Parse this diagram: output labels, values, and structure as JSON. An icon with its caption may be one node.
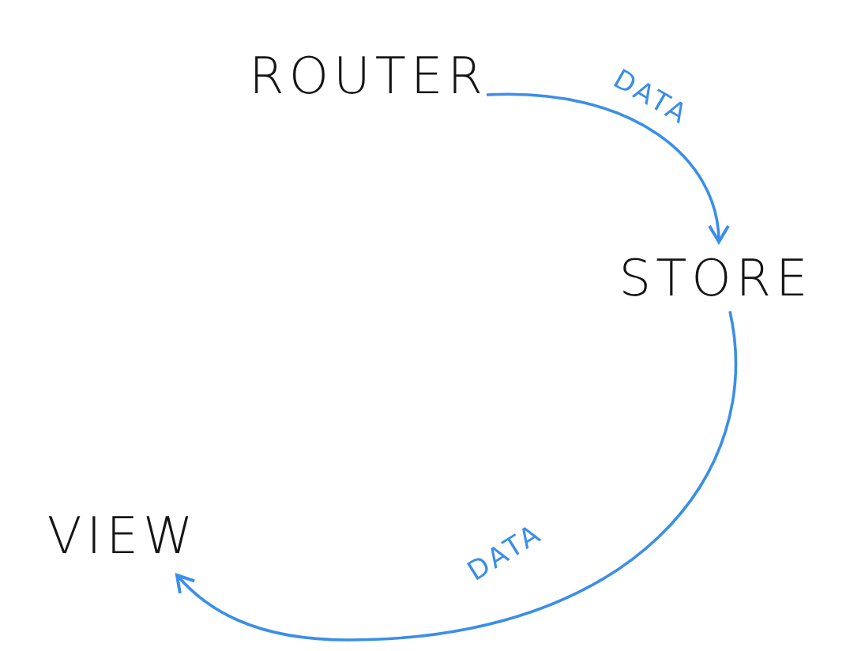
{
  "diagram": {
    "nodes": [
      {
        "text": [
          "ROUTER"
        ]
      },
      {
        "text": [
          "STORE"
        ]
      },
      {
        "text": [
          "VIEW"
        ]
      }
    ],
    "edges": [
      {
        "from": 0,
        "to": 1,
        "arrow": "to",
        "label": "DATA"
      },
      {
        "from": 1,
        "to": 2,
        "arrow": "to",
        "label": "DATA"
      }
    ]
  }
}
